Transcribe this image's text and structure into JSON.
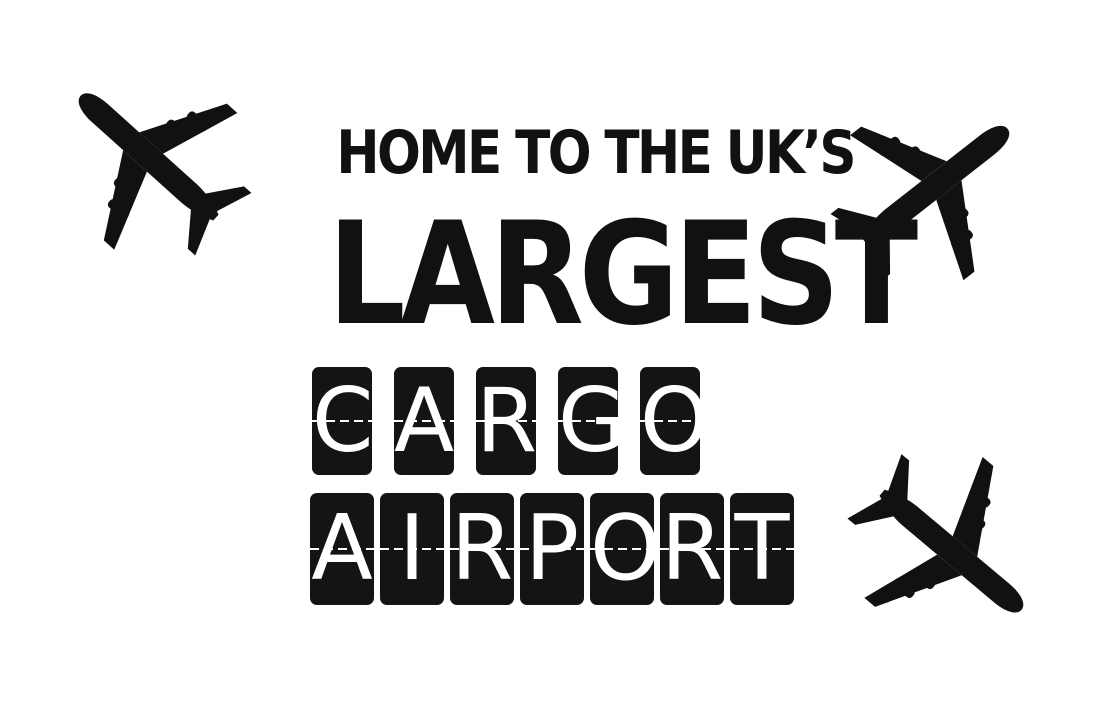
{
  "headline": {
    "line1": "HOME TO THE UK’S",
    "line2": "LARGEST"
  },
  "tiles_row_1": [
    "C",
    "A",
    "R",
    "G",
    "O"
  ],
  "tiles_row_2": [
    "A",
    "I",
    "R",
    "P",
    "O",
    "R",
    "T"
  ],
  "icons": [
    "airplane-icon",
    "airplane-icon",
    "airplane-icon"
  ],
  "colors": {
    "ink": "#111111",
    "tile_bg": "#141414",
    "tile_text": "#ffffff",
    "background": "#ffffff"
  }
}
